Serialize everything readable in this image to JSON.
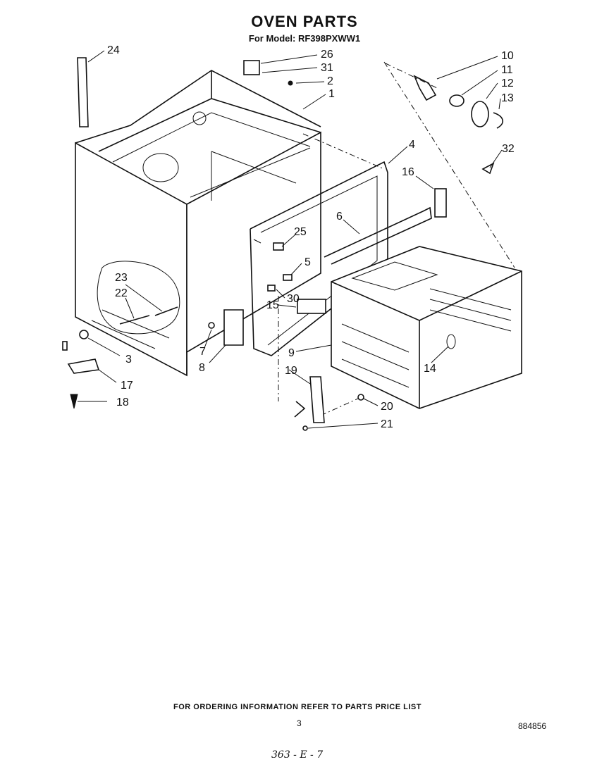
{
  "header": {
    "title": "OVEN PARTS",
    "subtitle": "For Model: RF398PXWW1"
  },
  "callouts": [
    {
      "id": "24",
      "label": "24"
    },
    {
      "id": "26",
      "label": "26"
    },
    {
      "id": "31",
      "label": "31"
    },
    {
      "id": "2",
      "label": "2"
    },
    {
      "id": "1",
      "label": "1"
    },
    {
      "id": "10",
      "label": "10"
    },
    {
      "id": "11",
      "label": "11"
    },
    {
      "id": "12",
      "label": "12"
    },
    {
      "id": "13",
      "label": "13"
    },
    {
      "id": "32",
      "label": "32"
    },
    {
      "id": "4",
      "label": "4"
    },
    {
      "id": "16",
      "label": "16"
    },
    {
      "id": "6",
      "label": "6"
    },
    {
      "id": "25",
      "label": "25"
    },
    {
      "id": "5",
      "label": "5"
    },
    {
      "id": "23",
      "label": "23"
    },
    {
      "id": "22",
      "label": "22"
    },
    {
      "id": "30",
      "label": "30"
    },
    {
      "id": "15",
      "label": "15"
    },
    {
      "id": "3",
      "label": "3"
    },
    {
      "id": "7",
      "label": "7"
    },
    {
      "id": "8",
      "label": "8"
    },
    {
      "id": "9",
      "label": "9"
    },
    {
      "id": "14",
      "label": "14"
    },
    {
      "id": "17",
      "label": "17"
    },
    {
      "id": "18",
      "label": "18"
    },
    {
      "id": "19",
      "label": "19"
    },
    {
      "id": "20",
      "label": "20"
    },
    {
      "id": "21",
      "label": "21"
    }
  ],
  "footer": {
    "note": "FOR ORDERING INFORMATION REFER TO PARTS PRICE LIST",
    "page_number": "3",
    "document_number": "884856",
    "handwritten": "363 - E - 7"
  }
}
